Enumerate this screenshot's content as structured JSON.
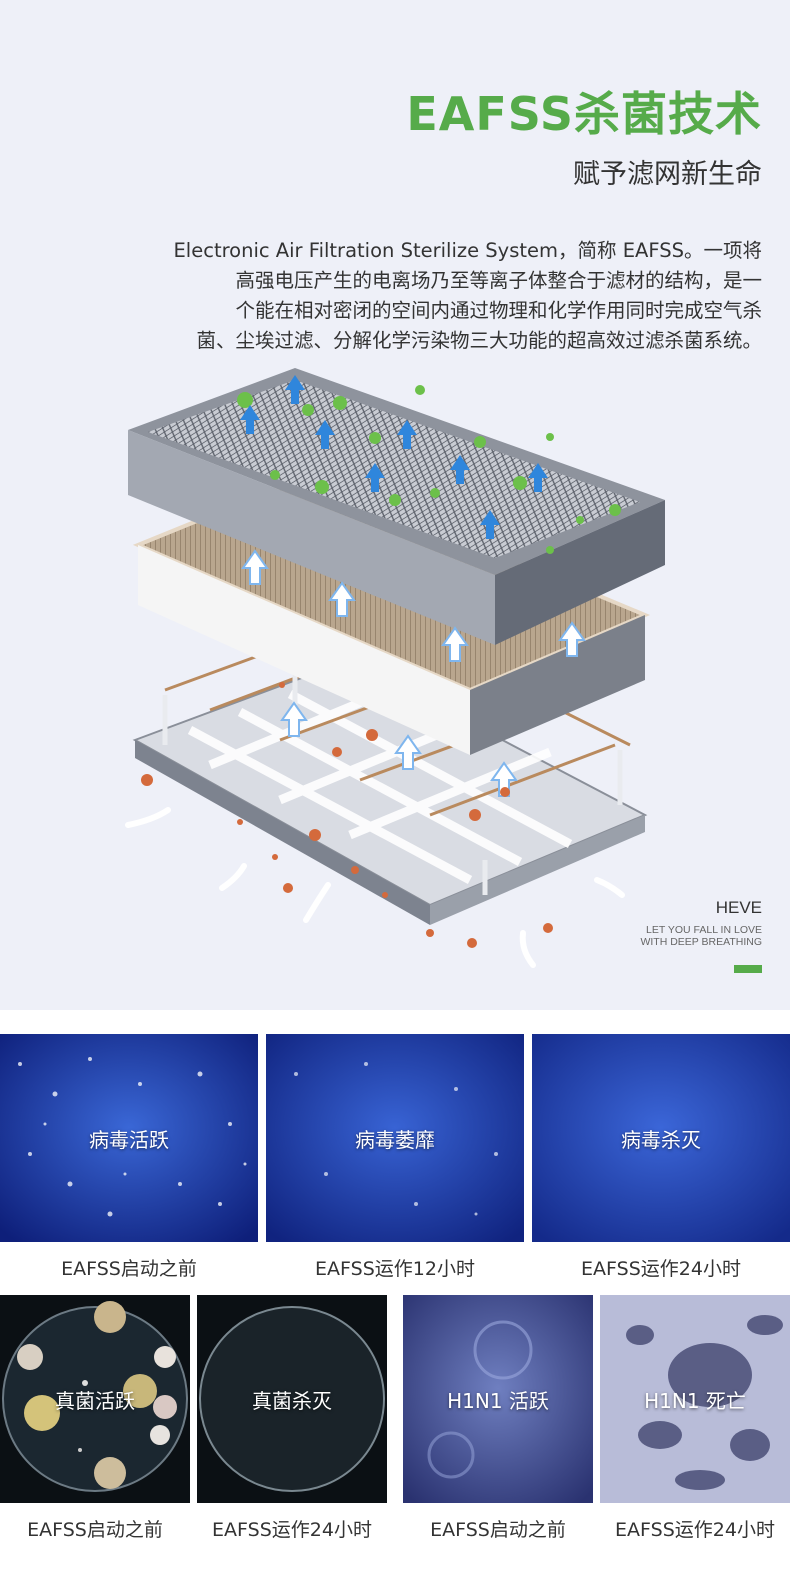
{
  "header": {
    "title": "EAFSS杀菌技术",
    "subtitle": "赋予滤网新生命",
    "description_lines": [
      "Electronic Air Filtration Sterilize System，简称 EAFSS。一项将",
      "高强电压产生的电离场乃至等离子体整合于滤材的结构，是一",
      "个能在相对密闭的空间内通过物理和化学作用同时完成空气杀",
      "菌、尘埃过滤、分解化学污染物三大功能的超高效过滤杀菌系统。"
    ]
  },
  "brand": {
    "name": "HEVE",
    "tagline_1": "LET YOU FALL IN LOVE",
    "tagline_2": "WITH DEEP BREATHING",
    "accent": "#56ab4a"
  },
  "virus_panels": [
    {
      "label": "病毒活跃",
      "caption": "EAFSS启动之前"
    },
    {
      "label": "病毒萎靡",
      "caption": "EAFSS运作12小时"
    },
    {
      "label": "病毒杀灭",
      "caption": "EAFSS运作24小时"
    }
  ],
  "bottom_panels": [
    {
      "label": "真菌活跃",
      "caption": "EAFSS启动之前"
    },
    {
      "label": "真菌杀灭",
      "caption": "EAFSS运作24小时"
    },
    {
      "label": "H1N1 活跃",
      "caption": "EAFSS启动之前"
    },
    {
      "label": "H1N1 死亡",
      "caption": "EAFSS运作24小时"
    }
  ],
  "colors": {
    "green": "#56ab4a",
    "virus_blue": "#1f3fb0"
  }
}
